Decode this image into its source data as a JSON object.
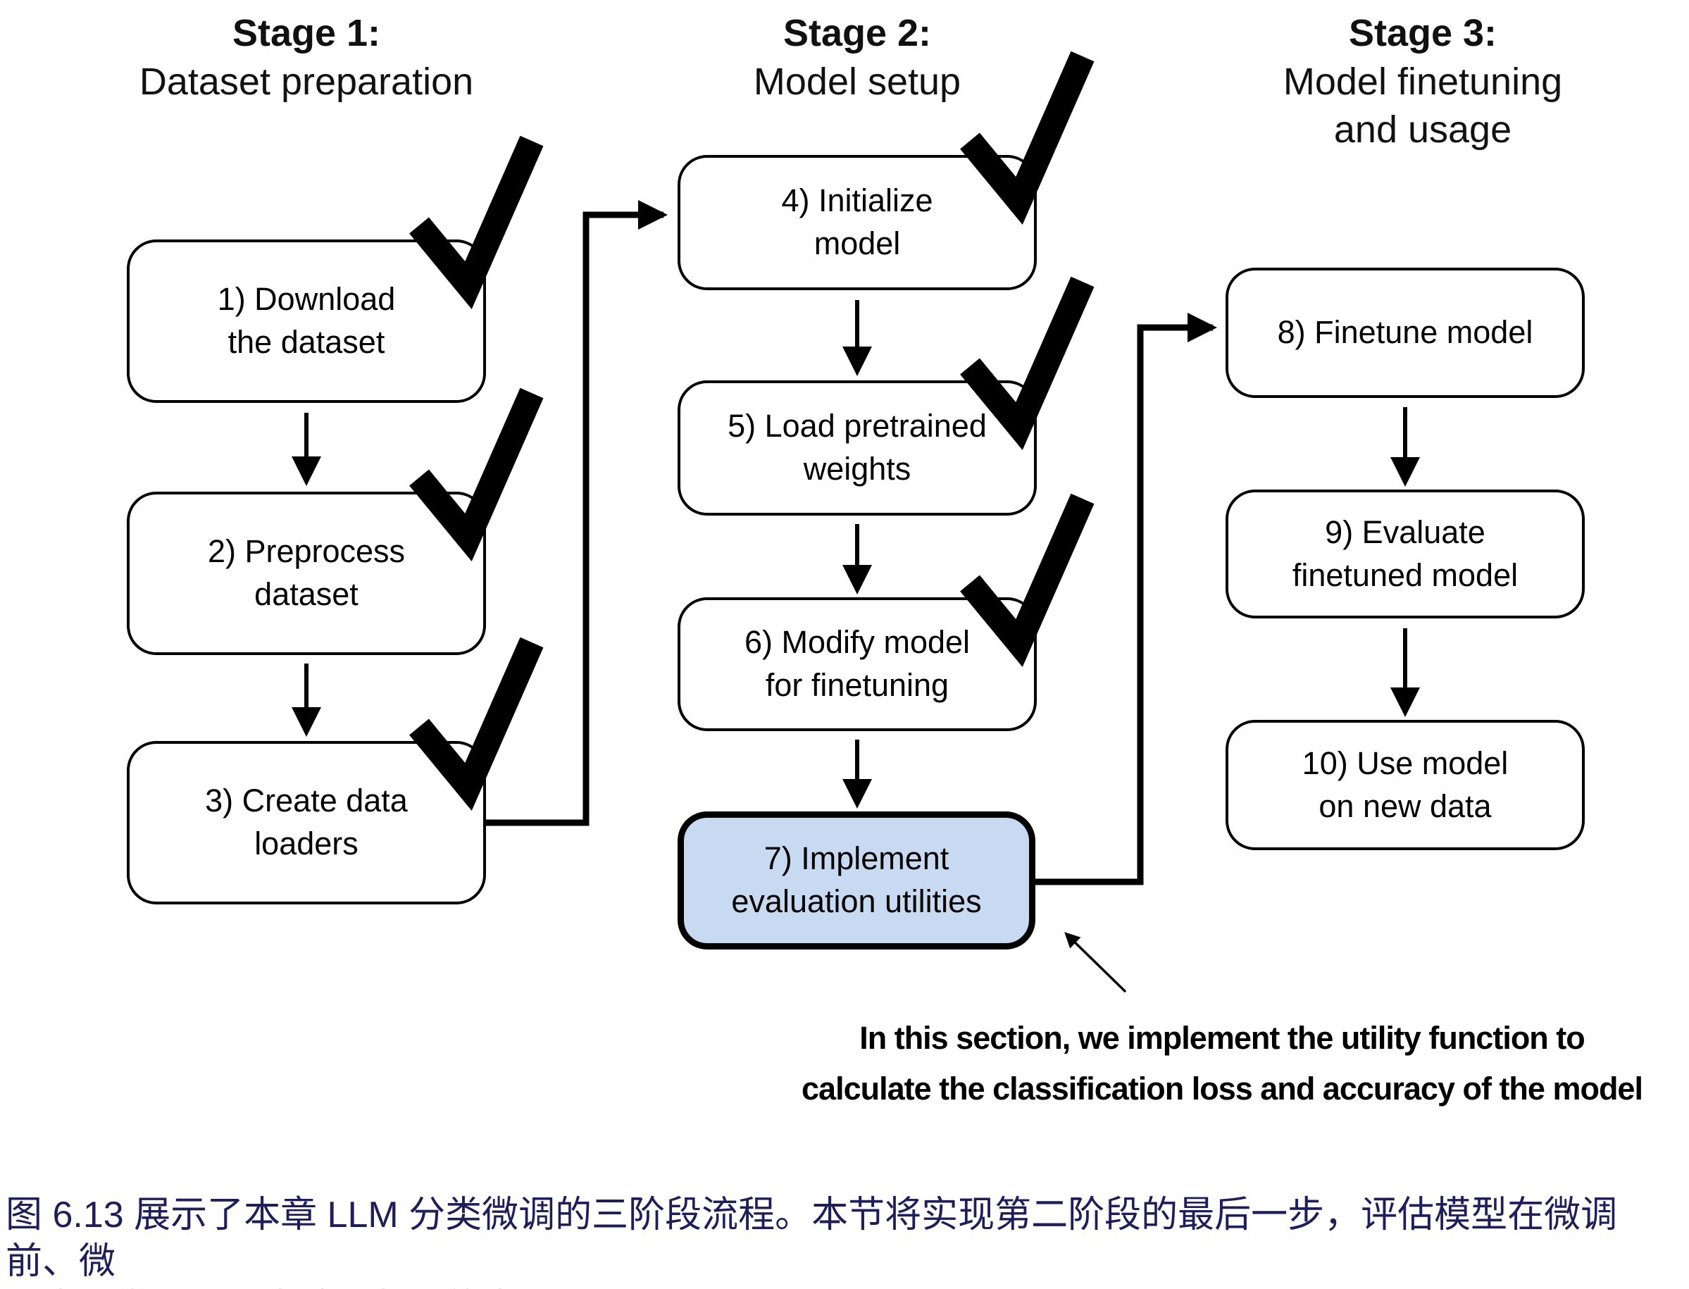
{
  "diagram": {
    "stages": [
      {
        "title": "Stage 1:",
        "subtitle": "Dataset preparation"
      },
      {
        "title": "Stage 2:",
        "subtitle": "Model setup"
      },
      {
        "title": "Stage 3:",
        "subtitle": "Model finetuning\nand usage"
      }
    ],
    "boxes": [
      {
        "label": "1) Download\nthe dataset",
        "checked": true,
        "highlighted": false
      },
      {
        "label": "2) Preprocess\ndataset",
        "checked": true,
        "highlighted": false
      },
      {
        "label": "3) Create data\nloaders",
        "checked": true,
        "highlighted": false
      },
      {
        "label": "4) Initialize\nmodel",
        "checked": true,
        "highlighted": false
      },
      {
        "label": "5) Load pretrained\nweights",
        "checked": true,
        "highlighted": false
      },
      {
        "label": "6) Modify model\nfor finetuning",
        "checked": true,
        "highlighted": false
      },
      {
        "label": "7) Implement\nevaluation utilities",
        "checked": false,
        "highlighted": true
      },
      {
        "label": "8) Finetune model",
        "checked": false,
        "highlighted": false
      },
      {
        "label": "9) Evaluate\nfinetuned model",
        "checked": false,
        "highlighted": false
      },
      {
        "label": "10) Use model\non new data",
        "checked": false,
        "highlighted": false
      }
    ],
    "annotation": "In this section, we implement the utility function to\ncalculate the classification loss and accuracy of the model",
    "colors": {
      "highlight_fill": "#c8daf2",
      "line": "#000000",
      "caption_text": "#1e1e5a"
    }
  },
  "caption": {
    "text": "图 6.13 展示了本章 LLM 分类微调的三阶段流程。本节将实现第二阶段的最后一步，评估模型在微调前、微\n调中和微调后分类垃圾邮件的表现。"
  }
}
